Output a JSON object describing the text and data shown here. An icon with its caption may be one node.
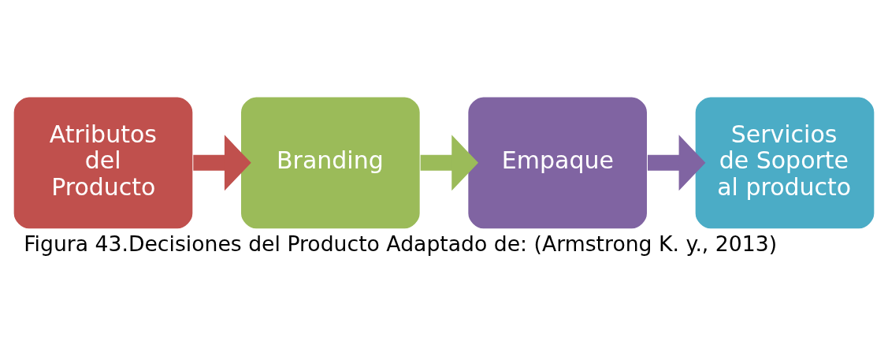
{
  "diagram": {
    "caption": "Figura 43.Decisiones del Producto Adaptado de: (Armstrong K. y., 2013)",
    "nodes": [
      {
        "text": [
          "Atributos del Producto"
        ]
      },
      {
        "text": [
          "Branding"
        ]
      },
      {
        "text": [
          "Empaque"
        ]
      },
      {
        "text": [
          "Servicios de Soporte al producto"
        ]
      }
    ],
    "edges": [
      {
        "from": 0,
        "to": 1,
        "arrow": "to",
        "color": "#c0504d"
      },
      {
        "from": 1,
        "to": 2,
        "arrow": "to",
        "color": "#9bbb59"
      },
      {
        "from": 2,
        "to": 3,
        "arrow": "to",
        "color": "#8064a2"
      }
    ]
  }
}
